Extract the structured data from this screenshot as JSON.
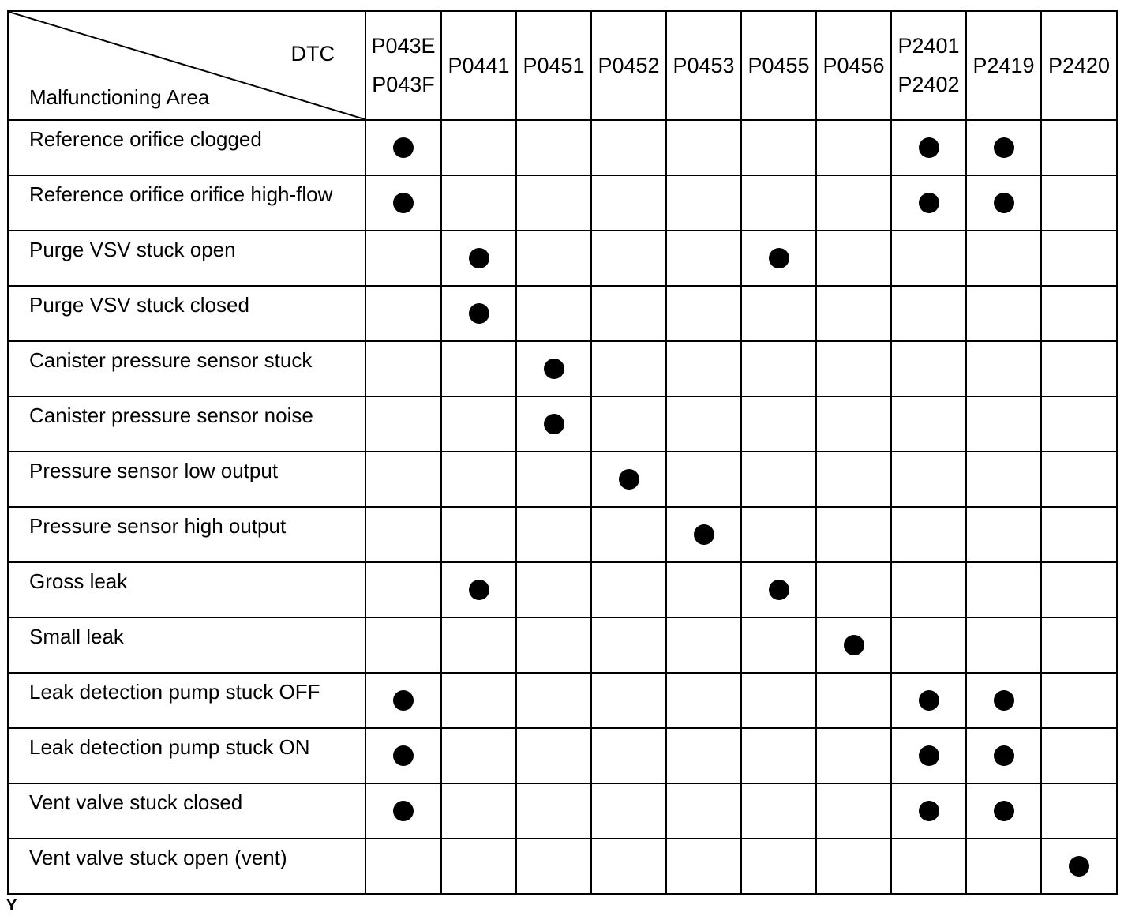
{
  "header": {
    "dtc_label": "DTC",
    "area_label": "Malfunctioning Area",
    "codes": [
      [
        "P043E",
        "P043F"
      ],
      [
        "P0441"
      ],
      [
        "P0451"
      ],
      [
        "P0452"
      ],
      [
        "P0453"
      ],
      [
        "P0455"
      ],
      [
        "P0456"
      ],
      [
        "P2401",
        "P2402"
      ],
      [
        "P2419"
      ],
      [
        "P2420"
      ]
    ]
  },
  "rows": [
    {
      "area": "Reference orifice clogged",
      "marks": [
        1,
        0,
        0,
        0,
        0,
        0,
        0,
        1,
        1,
        0
      ]
    },
    {
      "area": "Reference orifice orifice high-flow",
      "marks": [
        1,
        0,
        0,
        0,
        0,
        0,
        0,
        1,
        1,
        0
      ]
    },
    {
      "area": "Purge VSV stuck open",
      "marks": [
        0,
        1,
        0,
        0,
        0,
        1,
        0,
        0,
        0,
        0
      ]
    },
    {
      "area": "Purge VSV stuck closed",
      "marks": [
        0,
        1,
        0,
        0,
        0,
        0,
        0,
        0,
        0,
        0
      ]
    },
    {
      "area": "Canister pressure sensor stuck",
      "marks": [
        0,
        0,
        1,
        0,
        0,
        0,
        0,
        0,
        0,
        0
      ]
    },
    {
      "area": "Canister pressure sensor noise",
      "marks": [
        0,
        0,
        1,
        0,
        0,
        0,
        0,
        0,
        0,
        0
      ]
    },
    {
      "area": "Pressure sensor low output",
      "marks": [
        0,
        0,
        0,
        1,
        0,
        0,
        0,
        0,
        0,
        0
      ]
    },
    {
      "area": "Pressure sensor high output",
      "marks": [
        0,
        0,
        0,
        0,
        1,
        0,
        0,
        0,
        0,
        0
      ]
    },
    {
      "area": "Gross leak",
      "marks": [
        0,
        1,
        0,
        0,
        0,
        1,
        0,
        0,
        0,
        0
      ]
    },
    {
      "area": "Small leak",
      "marks": [
        0,
        0,
        0,
        0,
        0,
        0,
        1,
        0,
        0,
        0
      ]
    },
    {
      "area": "Leak detection pump stuck OFF",
      "marks": [
        1,
        0,
        0,
        0,
        0,
        0,
        0,
        1,
        1,
        0
      ]
    },
    {
      "area": "Leak detection pump stuck ON",
      "marks": [
        1,
        0,
        0,
        0,
        0,
        0,
        0,
        1,
        1,
        0
      ]
    },
    {
      "area": "Vent valve stuck closed",
      "marks": [
        1,
        0,
        0,
        0,
        0,
        0,
        0,
        1,
        1,
        0
      ]
    },
    {
      "area": "Vent valve stuck open (vent)",
      "marks": [
        0,
        0,
        0,
        0,
        0,
        0,
        0,
        0,
        0,
        1
      ]
    }
  ],
  "figure_id": "Y"
}
